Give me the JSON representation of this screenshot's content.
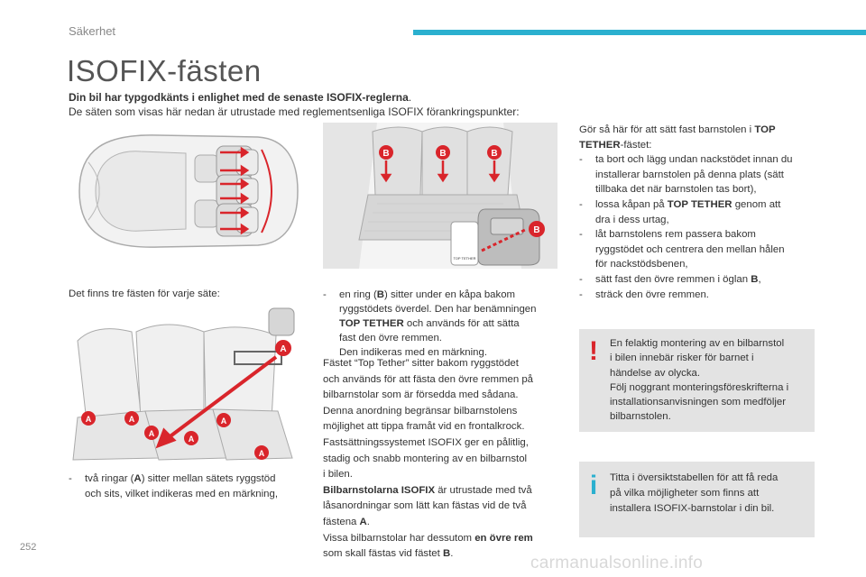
{
  "header": {
    "section": "Säkerhet"
  },
  "title": "ISOFIX-fästen",
  "intro": {
    "bold": "Din bil har typgodkänts i enlighet med de senaste ISOFIX-reglerna",
    "bold_end": ".",
    "line2": "De säten som visas här nedan är utrustade med reglementsenliga ISOFIX förankringspunkter:"
  },
  "left_col": {
    "caption": "Det finns tre fästen för varje säte:",
    "bullet_dash": "-",
    "bullet_a": "två ringar (",
    "bullet_b": "A",
    "bullet_c": ") sitter mellan sätets ryggstöd",
    "bullet_d": "och sits, vilket indikeras med en märkning,"
  },
  "mid_col": {
    "dash": "-",
    "l1a": "en ring (",
    "l1b": "B",
    "l1c": ") sitter under en kåpa bakom",
    "l2": "ryggstödets överdel. Den har benämningen",
    "l3b": "TOP TETHER",
    "l3c": " och används för att sätta",
    "l4": "fast den övre remmen.",
    "l5": "Den indikeras med en märkning.",
    "p1": "Fästet “Top Tether” sitter bakom ryggstödet",
    "p2": "och används för att fästa den övre remmen på",
    "p3": "bilbarnstolar som är försedda med sådana.",
    "p4": "Denna anordning begränsar bilbarnstolens",
    "p5": "möjlighet att tippa framåt vid en frontalkrock.",
    "p6": "Fastsättningssystemet ISOFIX ger en pålitlig,",
    "p7": "stadig och snabb montering av en bilbarnstol",
    "p8": "i bilen.",
    "p9b": "Bilbarnstolarna ISOFIX",
    "p9c": " är utrustade med två",
    "p10": "låsanordningar som lätt kan fästas vid de två",
    "p11a": "fästena ",
    "p11b": "A",
    "p11c": ".",
    "p12a": "Vissa bilbarnstolar har dessutom ",
    "p12b": "en övre rem",
    "p13a": "som skall fästas vid fästet ",
    "p13b": "B",
    "p13c": "."
  },
  "right_col": {
    "i1a": "Gör så här för att sätt fast barnstolen i ",
    "i1b": "TOP",
    "i2b": "TETHER",
    "i2c": "-fästet:",
    "dash": "-",
    "s1a": "ta bort och lägg undan nackstödet innan du",
    "s1b": "installerar barnstolen på denna plats (sätt",
    "s1c": "tillbaka det när barnstolen tas bort),",
    "s2a": "lossa kåpan på ",
    "s2b": "TOP TETHER",
    "s2c": " genom att",
    "s2d": "dra i dess urtag,",
    "s3a": "låt barnstolens rem passera bakom",
    "s3b": "ryggstödet och centrera den mellan hålen",
    "s3c": "för nackstödsbenen,",
    "s4a": "sätt fast den övre remmen i öglan ",
    "s4b": "B",
    "s4c": ",",
    "s5": "sträck den övre remmen."
  },
  "warning": {
    "icon": "!",
    "l1": "En felaktig montering av en bilbarnstol",
    "l2": "i bilen innebär risker för barnet i",
    "l3": "händelse av olycka.",
    "l4": "Följ noggrant monteringsföreskrifterna i",
    "l5": "installationsanvisningen som medföljer",
    "l6": "bilbarnstolen."
  },
  "info": {
    "icon": "i",
    "l1": "Titta i översiktstabellen för att få reda",
    "l2": "på vilka möjligheter som finns att",
    "l3": "installera ISOFIX-barnstolar i din bil."
  },
  "markers": {
    "a": "A",
    "b": "B",
    "top_tether": "TOP TETHER"
  },
  "footer": {
    "page": "252",
    "watermark": "carmanualsonline.info"
  },
  "colors": {
    "accent": "#2bb0cf",
    "marker_red": "#d9252b",
    "box_grey": "#e3e3e3"
  }
}
